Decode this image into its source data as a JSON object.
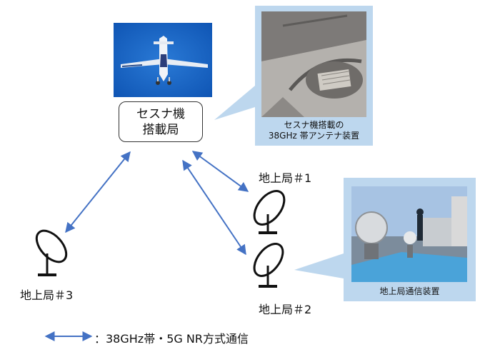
{
  "aircraft_station": {
    "label_line1": "セスナ機",
    "label_line2": "搭載局"
  },
  "antenna_callout": {
    "caption_line1": "セスナ機搭載の",
    "caption_line2": "38GHz 帯アンテナ装置"
  },
  "ground_equipment_callout": {
    "caption": "地上局通信装置"
  },
  "ground_stations": {
    "station1": "地上局＃1",
    "station2": "地上局＃2",
    "station3": "地上局＃3"
  },
  "legend": {
    "text": "：38GHz帯・5G NR方式通信"
  },
  "colors": {
    "arrow": "#4472c4",
    "callout_bg": "#bdd7ee",
    "sky": "#1a66c8"
  }
}
